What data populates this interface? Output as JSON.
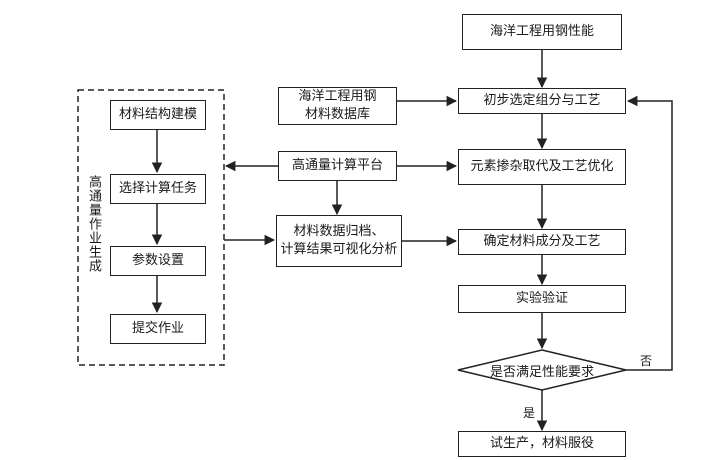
{
  "diagram": {
    "group": {
      "label": "高通量作业生成"
    },
    "nodes": {
      "model": "材料结构建模",
      "task": "选择计算任务",
      "params": "参数设置",
      "submit": "提交作业",
      "database": "海洋工程用钢\n材料数据库",
      "platform": "高通量计算平台",
      "archive": "材料数据归档、\n计算结果可视化分析",
      "performance": "海洋工程用钢性能",
      "preliminary": "初步选定组分与工艺",
      "optimize": "元素掺杂取代及工艺优化",
      "determine": "确定材料成分及工艺",
      "verify": "实验验证",
      "decision": "是否满足性能要求",
      "production": "试生产，材料服役"
    },
    "edge_labels": {
      "yes": "是",
      "no": "否"
    }
  }
}
